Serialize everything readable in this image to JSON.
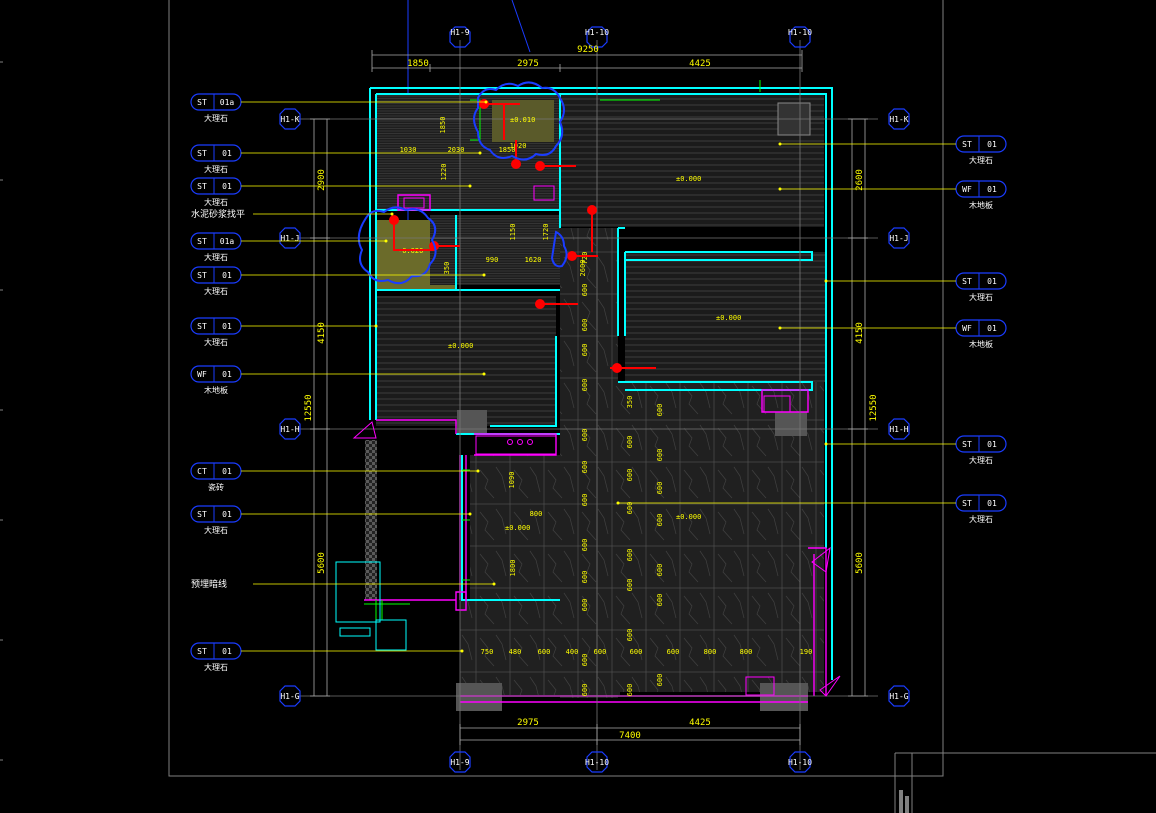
{
  "grid": {
    "top": [
      "H1-9",
      "H1-10",
      "H1-10"
    ],
    "bottom": [
      "H1-9",
      "H1-10",
      "H1-10"
    ],
    "left": [
      "H1-K",
      "H1-J",
      "H1-H",
      "H1-G"
    ],
    "right": [
      "H1-K",
      "H1-J",
      "H1-H",
      "H1-G"
    ]
  },
  "dims": {
    "top_total": "9250",
    "top_segments": [
      "1850",
      "2975",
      "4425"
    ],
    "bottom_total": "7400",
    "bottom_segments": [
      "2975",
      "4425"
    ],
    "left_outer": "12550",
    "left_segments": [
      "2900",
      "4150",
      "5600"
    ],
    "right_outer": "12550",
    "right_segments": [
      "2600",
      "4150",
      "5600"
    ]
  },
  "left_tags": [
    {
      "code": "ST",
      "num": "01a",
      "label": "大理石"
    },
    {
      "code": "ST",
      "num": "01",
      "label": "大理石"
    },
    {
      "code": "ST",
      "num": "01",
      "label": "大理石"
    },
    {
      "code": "",
      "num": "",
      "label": "水泥砂浆找平"
    },
    {
      "code": "ST",
      "num": "01a",
      "label": "大理石"
    },
    {
      "code": "ST",
      "num": "01",
      "label": "大理石"
    },
    {
      "code": "ST",
      "num": "01",
      "label": "大理石"
    },
    {
      "code": "WF",
      "num": "01",
      "label": "木地板"
    },
    {
      "code": "CT",
      "num": "01",
      "label": "瓷砖"
    },
    {
      "code": "ST",
      "num": "01",
      "label": "大理石"
    },
    {
      "code": "",
      "num": "",
      "label": "预埋暗线"
    },
    {
      "code": "ST",
      "num": "01",
      "label": "大理石"
    }
  ],
  "right_tags": [
    {
      "code": "ST",
      "num": "01",
      "label": "大理石"
    },
    {
      "code": "WF",
      "num": "01",
      "label": "木地板"
    },
    {
      "code": "ST",
      "num": "01",
      "label": "大理石"
    },
    {
      "code": "WF",
      "num": "01",
      "label": "木地板"
    },
    {
      "code": "ST",
      "num": "01",
      "label": "大理石"
    },
    {
      "code": "ST",
      "num": "01",
      "label": "大理石"
    }
  ],
  "level_marks": [
    "±0.000",
    "±0.000",
    "±0.000",
    "±0.000",
    "±0.010",
    "-0.020",
    "±0.000"
  ],
  "room_dims": [
    "1850",
    "1030",
    "2030",
    "1850",
    "1220",
    "990",
    "1150",
    "1800",
    "800",
    "1090",
    "1020",
    "1620",
    "1720",
    "350",
    "2600",
    "750",
    "480",
    "600",
    "400",
    "600",
    "600",
    "600",
    "800",
    "800",
    "190"
  ],
  "colors": {
    "bg": "#000000",
    "wall": "#00ffff",
    "dim": "#ffff00",
    "tag": "#ffffff",
    "accent": "#ff0000",
    "purple": "#ff00ff",
    "frame": "#808080",
    "blue": "#1a3cff",
    "green": "#00ff00"
  }
}
